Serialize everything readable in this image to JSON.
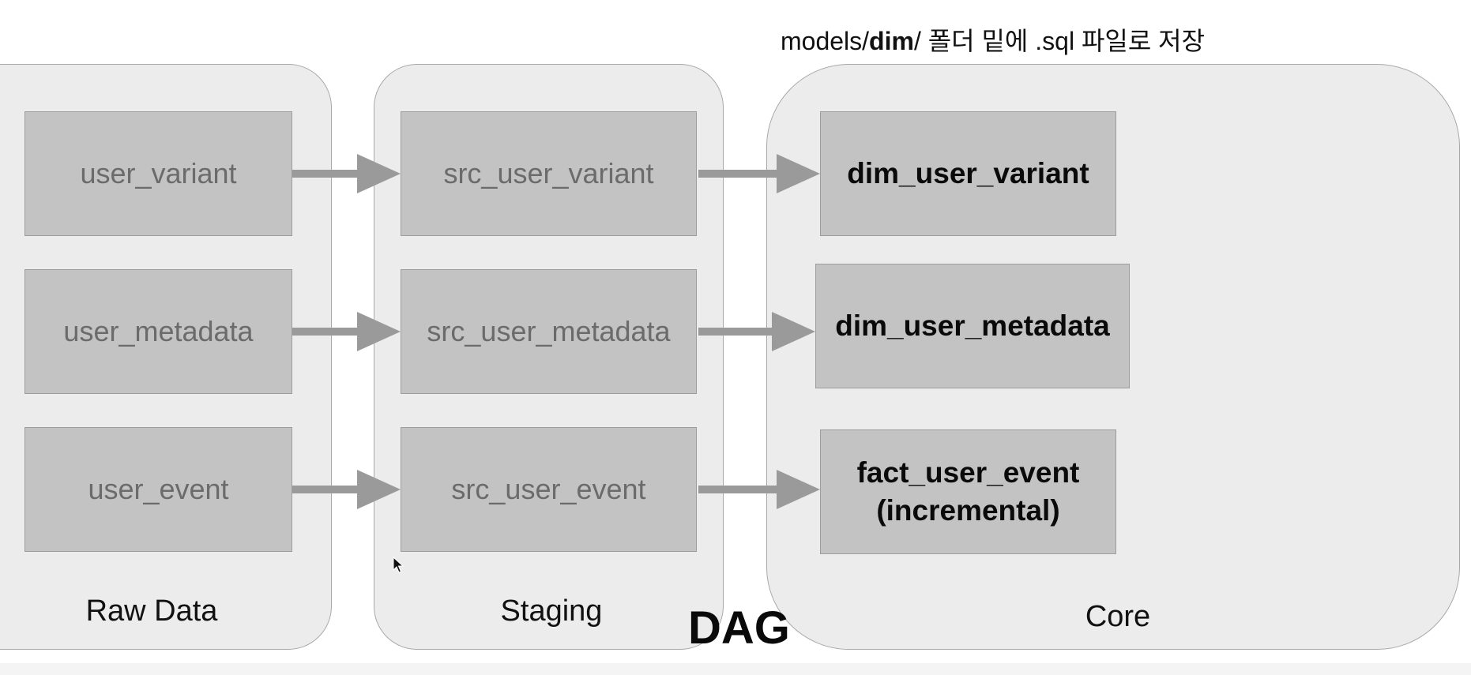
{
  "caption": {
    "prefix": "models/",
    "bold": "dim",
    "suffix": "/ 폴더 밑에 .sql 파일로 저장"
  },
  "groups": {
    "raw": {
      "label": "Raw Data"
    },
    "staging": {
      "label": "Staging"
    },
    "core": {
      "label": "Core"
    }
  },
  "nodes": {
    "raw": [
      "user_variant",
      "user_metadata",
      "user_event"
    ],
    "staging": [
      "src_user_variant",
      "src_user_metadata",
      "src_user_event"
    ],
    "core": {
      "dim_user_variant": "dim_user_variant",
      "dim_user_metadata": "dim_user_metadata",
      "fact_user_event": "fact_user_event",
      "fact_user_event_note": "(incremental)"
    }
  },
  "title": "DAG",
  "colors": {
    "group_fill": "#ececec",
    "node_fill": "#c3c3c3",
    "arrow": "#9a9a9a",
    "staging_text": "#6b6b6b"
  }
}
